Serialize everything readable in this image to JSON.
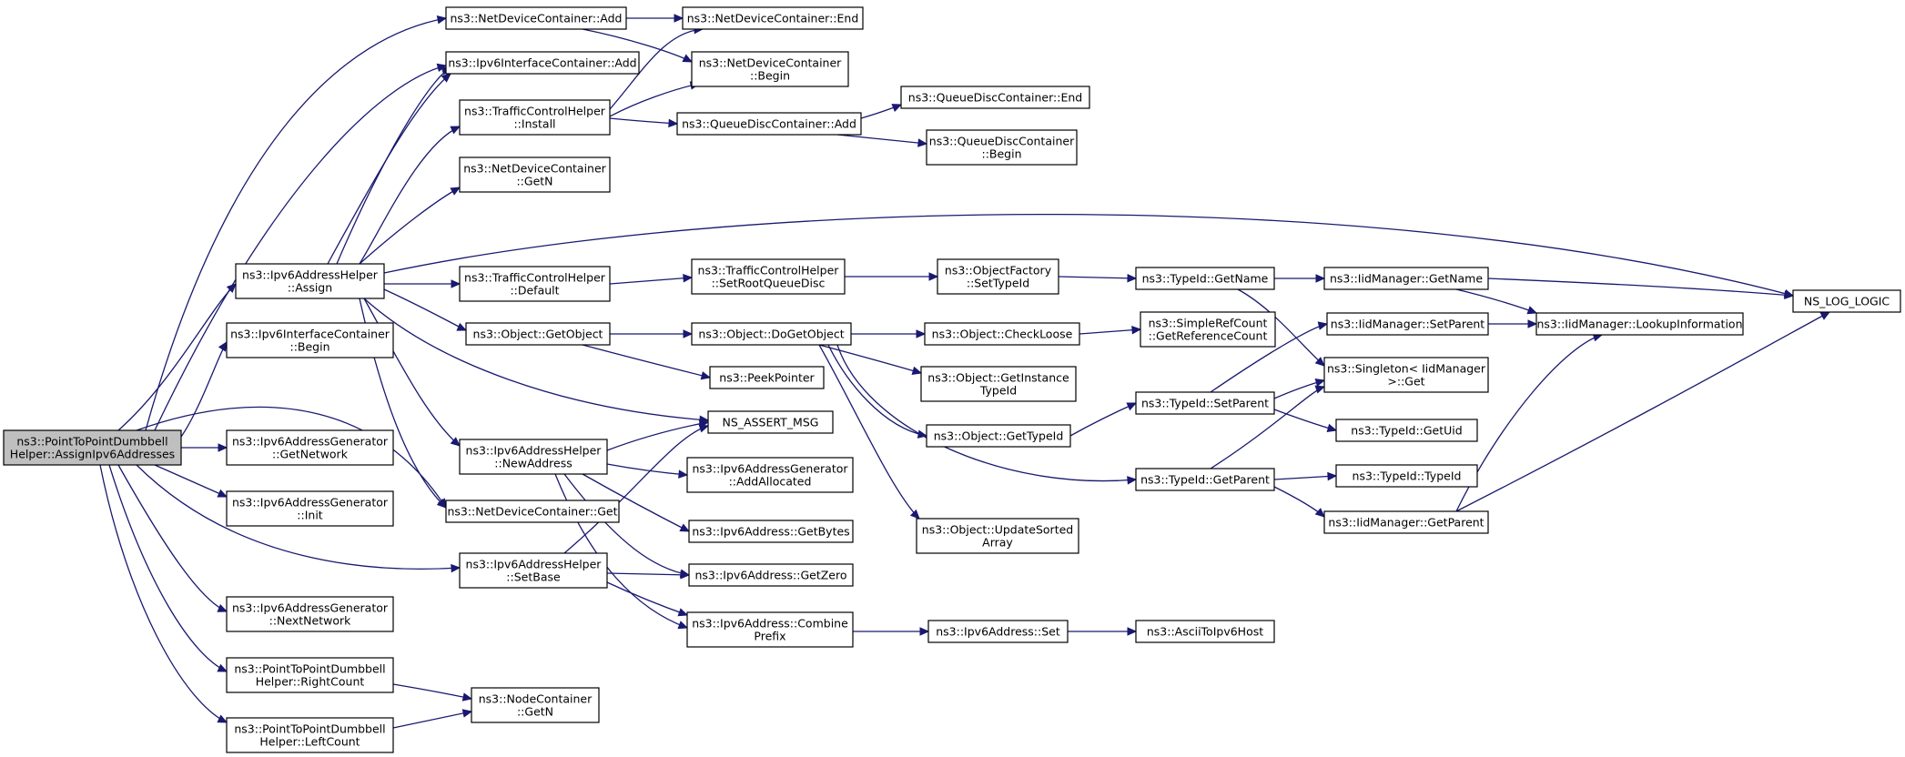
{
  "colors": {
    "edge": "#191970",
    "root_fill": "#bfbfbf",
    "node_fill": "#ffffff",
    "border": "#000000"
  },
  "nodes": [
    {
      "id": "root",
      "lines": [
        "ns3::PointToPointDumbbell",
        "Helper::AssignIpv6Addresses"
      ],
      "root": true
    },
    {
      "id": "ndcAdd",
      "lines": [
        "ns3::NetDeviceContainer::Add"
      ]
    },
    {
      "id": "ndcEnd",
      "lines": [
        "ns3::NetDeviceContainer::End"
      ]
    },
    {
      "id": "ndcBegin",
      "lines": [
        "ns3::NetDeviceContainer",
        "::Begin"
      ]
    },
    {
      "id": "iicAdd",
      "lines": [
        "ns3::Ipv6InterfaceContainer::Add"
      ]
    },
    {
      "id": "tchInstall",
      "lines": [
        "ns3::TrafficControlHelper",
        "::Install"
      ]
    },
    {
      "id": "qdcAdd",
      "lines": [
        "ns3::QueueDiscContainer::Add"
      ]
    },
    {
      "id": "qdcEnd",
      "lines": [
        "ns3::QueueDiscContainer::End"
      ]
    },
    {
      "id": "qdcBegin",
      "lines": [
        "ns3::QueueDiscContainer",
        "::Begin"
      ]
    },
    {
      "id": "ndcGetN",
      "lines": [
        "ns3::NetDeviceContainer",
        "::GetN"
      ]
    },
    {
      "id": "logic",
      "lines": [
        "NS_LOG_LOGIC"
      ]
    },
    {
      "id": "iahAssign",
      "lines": [
        "ns3::Ipv6AddressHelper",
        "::Assign"
      ]
    },
    {
      "id": "tchDefault",
      "lines": [
        "ns3::TrafficControlHelper",
        "::Default"
      ]
    },
    {
      "id": "tchSetRoot",
      "lines": [
        "ns3::TrafficControlHelper",
        "::SetRootQueueDisc"
      ]
    },
    {
      "id": "ofSetTypeId",
      "lines": [
        "ns3::ObjectFactory",
        "::SetTypeId"
      ]
    },
    {
      "id": "tidGetName",
      "lines": [
        "ns3::TypeId::GetName"
      ]
    },
    {
      "id": "imGetName",
      "lines": [
        "ns3::IidManager::GetName"
      ]
    },
    {
      "id": "objGetObject",
      "lines": [
        "ns3::Object::GetObject"
      ]
    },
    {
      "id": "objDoGetObject",
      "lines": [
        "ns3::Object::DoGetObject"
      ]
    },
    {
      "id": "objCheckLoose",
      "lines": [
        "ns3::Object::CheckLoose"
      ]
    },
    {
      "id": "srcGetRef",
      "lines": [
        "ns3::SimpleRefCount",
        "::GetReferenceCount"
      ]
    },
    {
      "id": "imSetParent",
      "lines": [
        "ns3::IidManager::SetParent"
      ]
    },
    {
      "id": "imLookup",
      "lines": [
        "ns3::IidManager::LookupInformation"
      ]
    },
    {
      "id": "iicBegin",
      "lines": [
        "ns3::Ipv6InterfaceContainer",
        "::Begin"
      ]
    },
    {
      "id": "peek",
      "lines": [
        "ns3::PeekPointer"
      ]
    },
    {
      "id": "objGetInstance",
      "lines": [
        "ns3::Object::GetInstance",
        "TypeId"
      ]
    },
    {
      "id": "singletonGet",
      "lines": [
        "ns3::Singleton< IidManager",
        " >::Get"
      ]
    },
    {
      "id": "tidSetParent",
      "lines": [
        "ns3::TypeId::SetParent"
      ]
    },
    {
      "id": "assertMsg",
      "lines": [
        "NS_ASSERT_MSG"
      ]
    },
    {
      "id": "objGetTypeId",
      "lines": [
        "ns3::Object::GetTypeId"
      ]
    },
    {
      "id": "tidGetUid",
      "lines": [
        "ns3::TypeId::GetUid"
      ]
    },
    {
      "id": "iagGetNetwork",
      "lines": [
        "ns3::Ipv6AddressGenerator",
        "::GetNetwork"
      ]
    },
    {
      "id": "iahNewAddress",
      "lines": [
        "ns3::Ipv6AddressHelper",
        "::NewAddress"
      ]
    },
    {
      "id": "iagAddAllocated",
      "lines": [
        "ns3::Ipv6AddressGenerator",
        "::AddAllocated"
      ]
    },
    {
      "id": "tidGetParent",
      "lines": [
        "ns3::TypeId::GetParent"
      ]
    },
    {
      "id": "tidTypeId",
      "lines": [
        "ns3::TypeId::TypeId"
      ]
    },
    {
      "id": "iagInit",
      "lines": [
        "ns3::Ipv6AddressGenerator",
        "::Init"
      ]
    },
    {
      "id": "ndcGet",
      "lines": [
        "ns3::NetDeviceContainer::Get"
      ]
    },
    {
      "id": "imGetParent",
      "lines": [
        "ns3::IidManager::GetParent"
      ]
    },
    {
      "id": "iaGetBytes",
      "lines": [
        "ns3::Ipv6Address::GetBytes"
      ]
    },
    {
      "id": "objUpdateSorted",
      "lines": [
        "ns3::Object::UpdateSorted",
        "Array"
      ]
    },
    {
      "id": "iahSetBase",
      "lines": [
        "ns3::Ipv6AddressHelper",
        "::SetBase"
      ]
    },
    {
      "id": "iaGetZero",
      "lines": [
        "ns3::Ipv6Address::GetZero"
      ]
    },
    {
      "id": "iagNextNetwork",
      "lines": [
        "ns3::Ipv6AddressGenerator",
        "::NextNetwork"
      ]
    },
    {
      "id": "iaCombine",
      "lines": [
        "ns3::Ipv6Address::Combine",
        "Prefix"
      ]
    },
    {
      "id": "iaSet",
      "lines": [
        "ns3::Ipv6Address::Set"
      ]
    },
    {
      "id": "asciiToIpv6",
      "lines": [
        "ns3::AsciiToIpv6Host"
      ]
    },
    {
      "id": "ptpRightCount",
      "lines": [
        "ns3::PointToPointDumbbell",
        "Helper::RightCount"
      ]
    },
    {
      "id": "ncGetN",
      "lines": [
        "ns3::NodeContainer",
        "::GetN"
      ]
    },
    {
      "id": "ptpLeftCount",
      "lines": [
        "ns3::PointToPointDumbbell",
        "Helper::LeftCount"
      ]
    }
  ]
}
